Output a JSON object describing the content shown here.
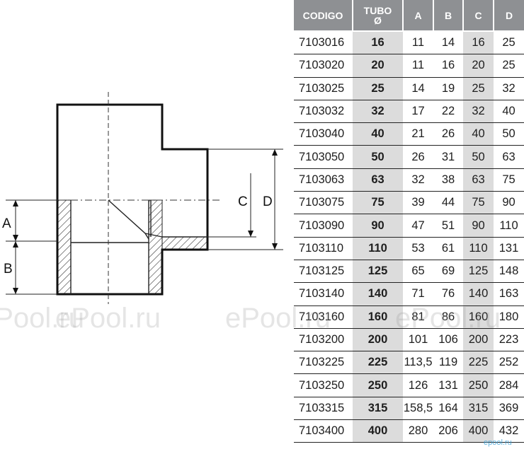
{
  "drawing": {
    "labels": {
      "a": "A",
      "b": "B",
      "c": "C",
      "d": "D"
    }
  },
  "table": {
    "headers": {
      "codigo": "CODIGO",
      "tubo_line1": "TUBO",
      "tubo_line2": "Ø",
      "a": "A",
      "b": "B",
      "c": "C",
      "d": "D"
    },
    "rows": [
      [
        "7103016",
        "16",
        "11",
        "14",
        "16",
        "25"
      ],
      [
        "7103020",
        "20",
        "11",
        "16",
        "20",
        "25"
      ],
      [
        "7103025",
        "25",
        "14",
        "19",
        "25",
        "32"
      ],
      [
        "7103032",
        "32",
        "17",
        "22",
        "32",
        "40"
      ],
      [
        "7103040",
        "40",
        "21",
        "26",
        "40",
        "50"
      ],
      [
        "7103050",
        "50",
        "26",
        "31",
        "50",
        "63"
      ],
      [
        "7103063",
        "63",
        "32",
        "38",
        "63",
        "75"
      ],
      [
        "7103075",
        "75",
        "39",
        "44",
        "75",
        "90"
      ],
      [
        "7103090",
        "90",
        "47",
        "51",
        "90",
        "110"
      ],
      [
        "7103110",
        "110",
        "53",
        "61",
        "110",
        "131"
      ],
      [
        "7103125",
        "125",
        "65",
        "69",
        "125",
        "148"
      ],
      [
        "7103140",
        "140",
        "71",
        "76",
        "140",
        "163"
      ],
      [
        "7103160",
        "160",
        "81",
        "86",
        "160",
        "180"
      ],
      [
        "7103200",
        "200",
        "101",
        "106",
        "200",
        "223"
      ],
      [
        "7103225",
        "225",
        "113,5",
        "119",
        "225",
        "252"
      ],
      [
        "7103250",
        "250",
        "126",
        "131",
        "250",
        "284"
      ],
      [
        "7103315",
        "315",
        "158,5",
        "164",
        "315",
        "369"
      ],
      [
        "7103400",
        "400",
        "280",
        "206",
        "400",
        "432"
      ]
    ]
  },
  "watermark": {
    "text": "ePool.ru",
    "small_text": "epool.ru"
  },
  "colors": {
    "header_bg": "#8e9093",
    "shade_column": "#dcdcdc",
    "line": "#222222"
  }
}
